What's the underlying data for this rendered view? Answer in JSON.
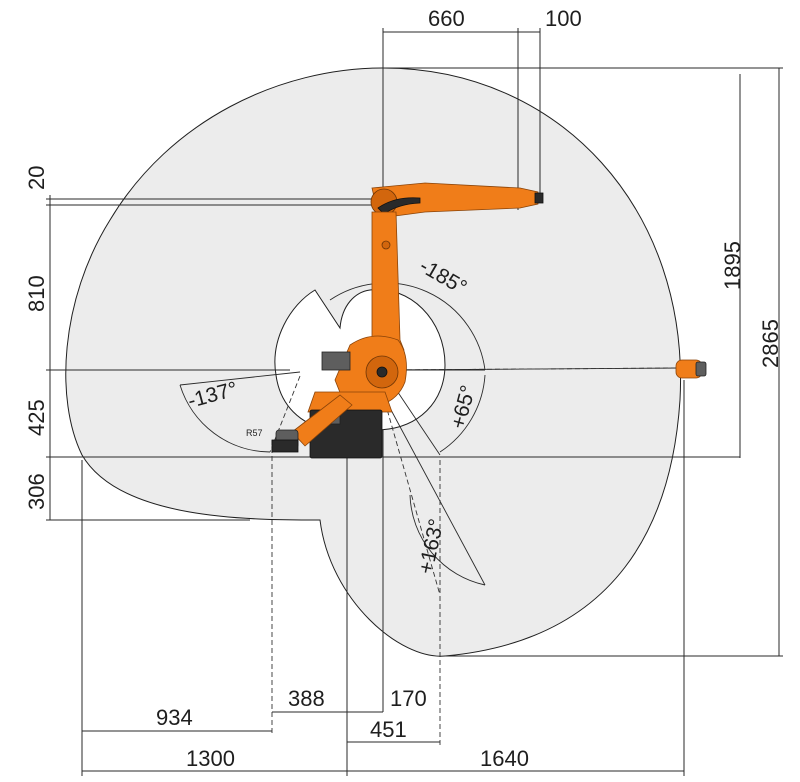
{
  "dimensions": {
    "top_660": "660",
    "top_100": "100",
    "left_20": "20",
    "left_810": "810",
    "left_425": "425",
    "left_306": "306",
    "right_1895": "1895",
    "right_2865": "2865",
    "bottom_934": "934",
    "bottom_388": "388",
    "bottom_170": "170",
    "bottom_451": "451",
    "bottom_1300": "1300",
    "bottom_1640": "1640"
  },
  "angles": {
    "a4_upper": "-185°",
    "a5_up": "+65°",
    "a4_lower": "-137°",
    "a5_down": "+163°"
  },
  "radius_label": "R57",
  "colors": {
    "robot_orange": "#f07d19",
    "envelope_fill": "#ececec",
    "line": "#2a2a2a"
  }
}
